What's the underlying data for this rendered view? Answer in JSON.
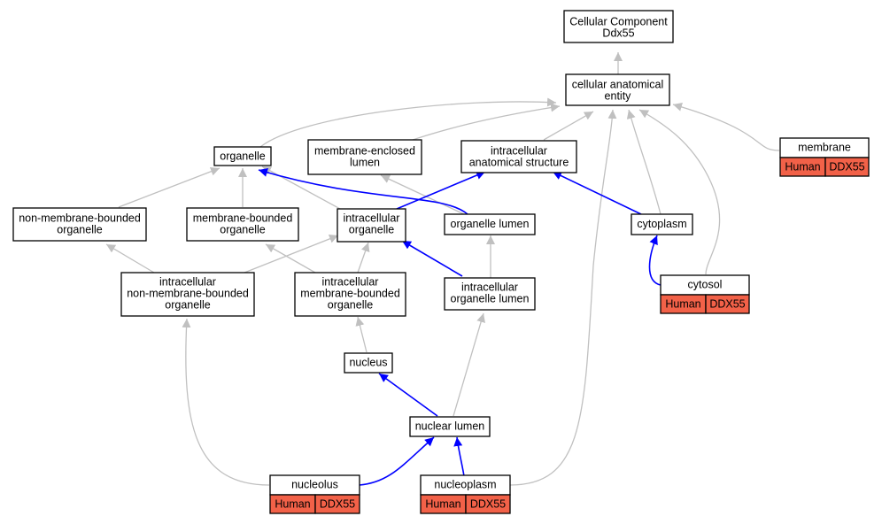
{
  "nodes": {
    "root": [
      "Cellular Component",
      "Ddx55"
    ],
    "cae": [
      "cellular anatomical",
      "entity"
    ],
    "organelle": [
      "organelle"
    ],
    "mel": [
      "membrane-enclosed",
      "lumen"
    ],
    "ias": [
      "intracellular",
      "anatomical structure"
    ],
    "membrane": [
      "membrane"
    ],
    "nmbo": [
      "non-membrane-bounded",
      "organelle"
    ],
    "mbo": [
      "membrane-bounded",
      "organelle"
    ],
    "io": [
      "intracellular",
      "organelle"
    ],
    "ol": [
      "organelle lumen"
    ],
    "cytoplasm": [
      "cytoplasm"
    ],
    "inmbo": [
      "intracellular",
      "non-membrane-bounded",
      "organelle"
    ],
    "imbo": [
      "intracellular",
      "membrane-bounded",
      "organelle"
    ],
    "iol": [
      "intracellular",
      "organelle lumen"
    ],
    "cytosol": [
      "cytosol"
    ],
    "nucleus": [
      "nucleus"
    ],
    "nl": [
      "nuclear lumen"
    ],
    "nucleolus": [
      "nucleolus"
    ],
    "nucleoplasm": [
      "nucleoplasm"
    ]
  },
  "annotation": {
    "species": "Human",
    "gene": "DDX55"
  },
  "annotated_nodes": [
    "membrane",
    "cytosol",
    "nucleolus",
    "nucleoplasm"
  ],
  "colors": {
    "annotation_fill": "#f26148",
    "is_a_edge": "#c0c0c0",
    "part_of_edge": "#0000ff"
  },
  "edge_types": {
    "is_a": "gray",
    "part_of": "blue"
  }
}
